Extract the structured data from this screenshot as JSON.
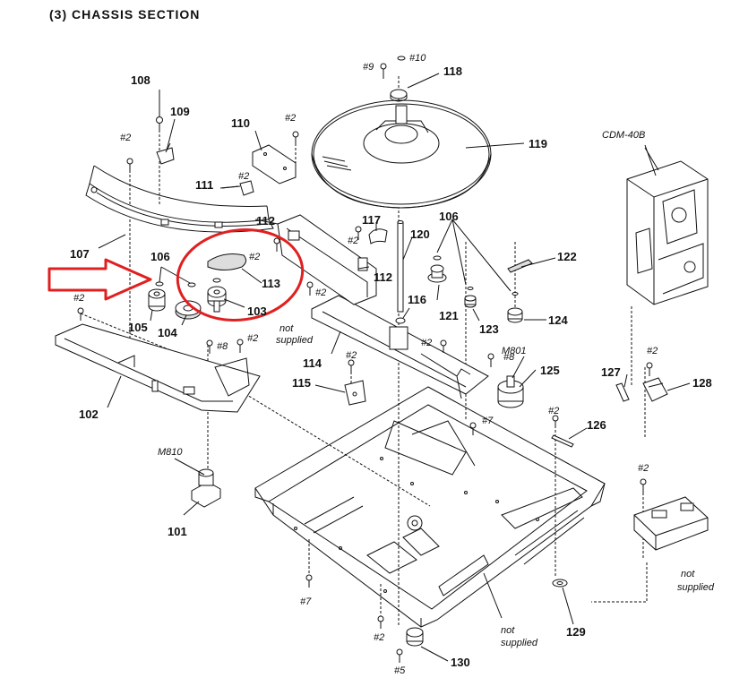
{
  "section_title": "(3)   CHASSIS  SECTION",
  "model": "CDM-40B",
  "not_supplied": "not supplied",
  "not_word": "not",
  "supplied_word": "supplied",
  "highlight_color": "#e02020",
  "arrow_color": "#e02020",
  "parts": [
    "101",
    "102",
    "103",
    "104",
    "105",
    "106",
    "107",
    "108",
    "109",
    "110",
    "111",
    "112",
    "113",
    "114",
    "115",
    "116",
    "117",
    "118",
    "119",
    "120",
    "121",
    "122",
    "123",
    "124",
    "125",
    "126",
    "127",
    "128",
    "129",
    "130"
  ],
  "screws": [
    "#2",
    "#5",
    "#7",
    "#8",
    "#9",
    "#10"
  ],
  "motors": [
    "M801",
    "M810"
  ]
}
